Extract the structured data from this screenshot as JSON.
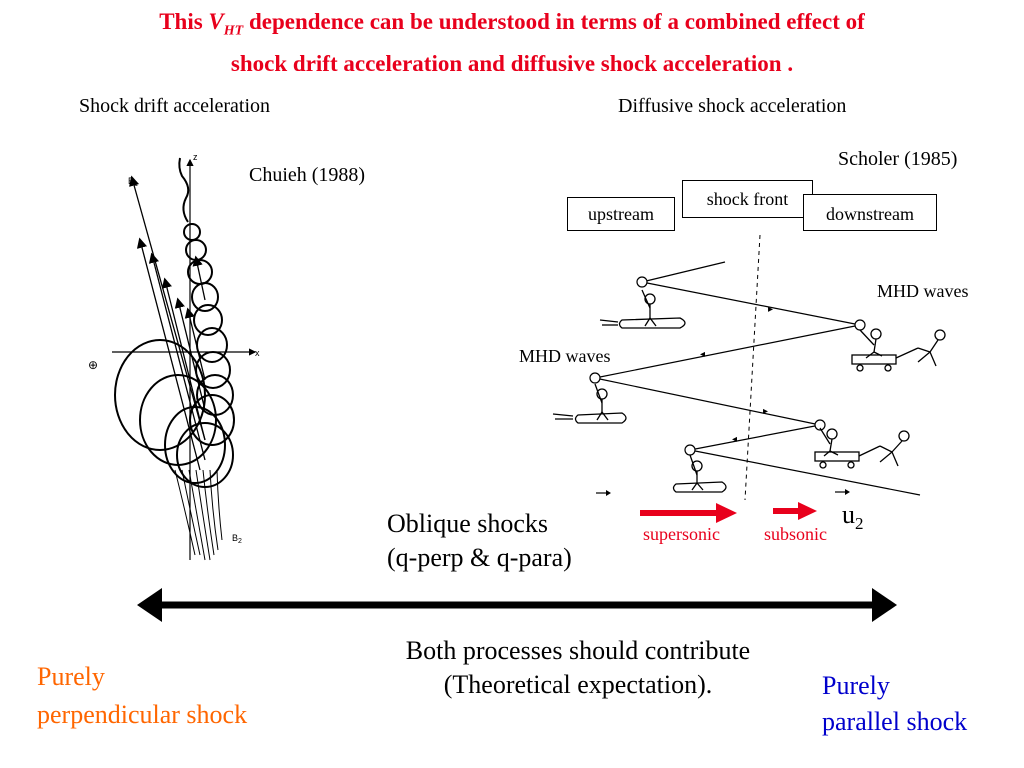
{
  "title": {
    "pre": "This ",
    "v": "V",
    "sub": "HT",
    "post": "  dependence can be understood in terms of  a combined effect of",
    "line2": "shock drift acceleration and diffusive shock acceleration ."
  },
  "left": {
    "heading": "Shock drift acceleration",
    "citation": "Chuieh (1988)",
    "axis_z": "z",
    "axis_x": "x",
    "b1": "B",
    "b1_sub": "1",
    "b2": "B",
    "b2_sub": "2",
    "ion_symbol": "⊕"
  },
  "right": {
    "heading": "Diffusive shock acceleration",
    "citation": "Scholer (1985)",
    "upstream": "upstream",
    "shock_front": "shock front",
    "downstream": "downstream",
    "mhd_waves_right": "MHD waves",
    "mhd_waves_left": "MHD waves",
    "u2": "u",
    "u2_sub": "2",
    "supersonic": "supersonic",
    "subsonic": "subsonic"
  },
  "oblique": {
    "line1": "Oblique shocks",
    "line2": "(q-perp & q-para)"
  },
  "bottom": {
    "line1": "Both processes should contribute",
    "line2": "(Theoretical expectation).",
    "perp_line1": "Purely",
    "perp_line2": "perpendicular shock",
    "para_line1": "Purely",
    "para_line2": "parallel shock"
  },
  "colors": {
    "title": "#e8001c",
    "arrow_red": "#e8001c",
    "perpendicular": "#ff6600",
    "parallel": "#0000cc"
  }
}
